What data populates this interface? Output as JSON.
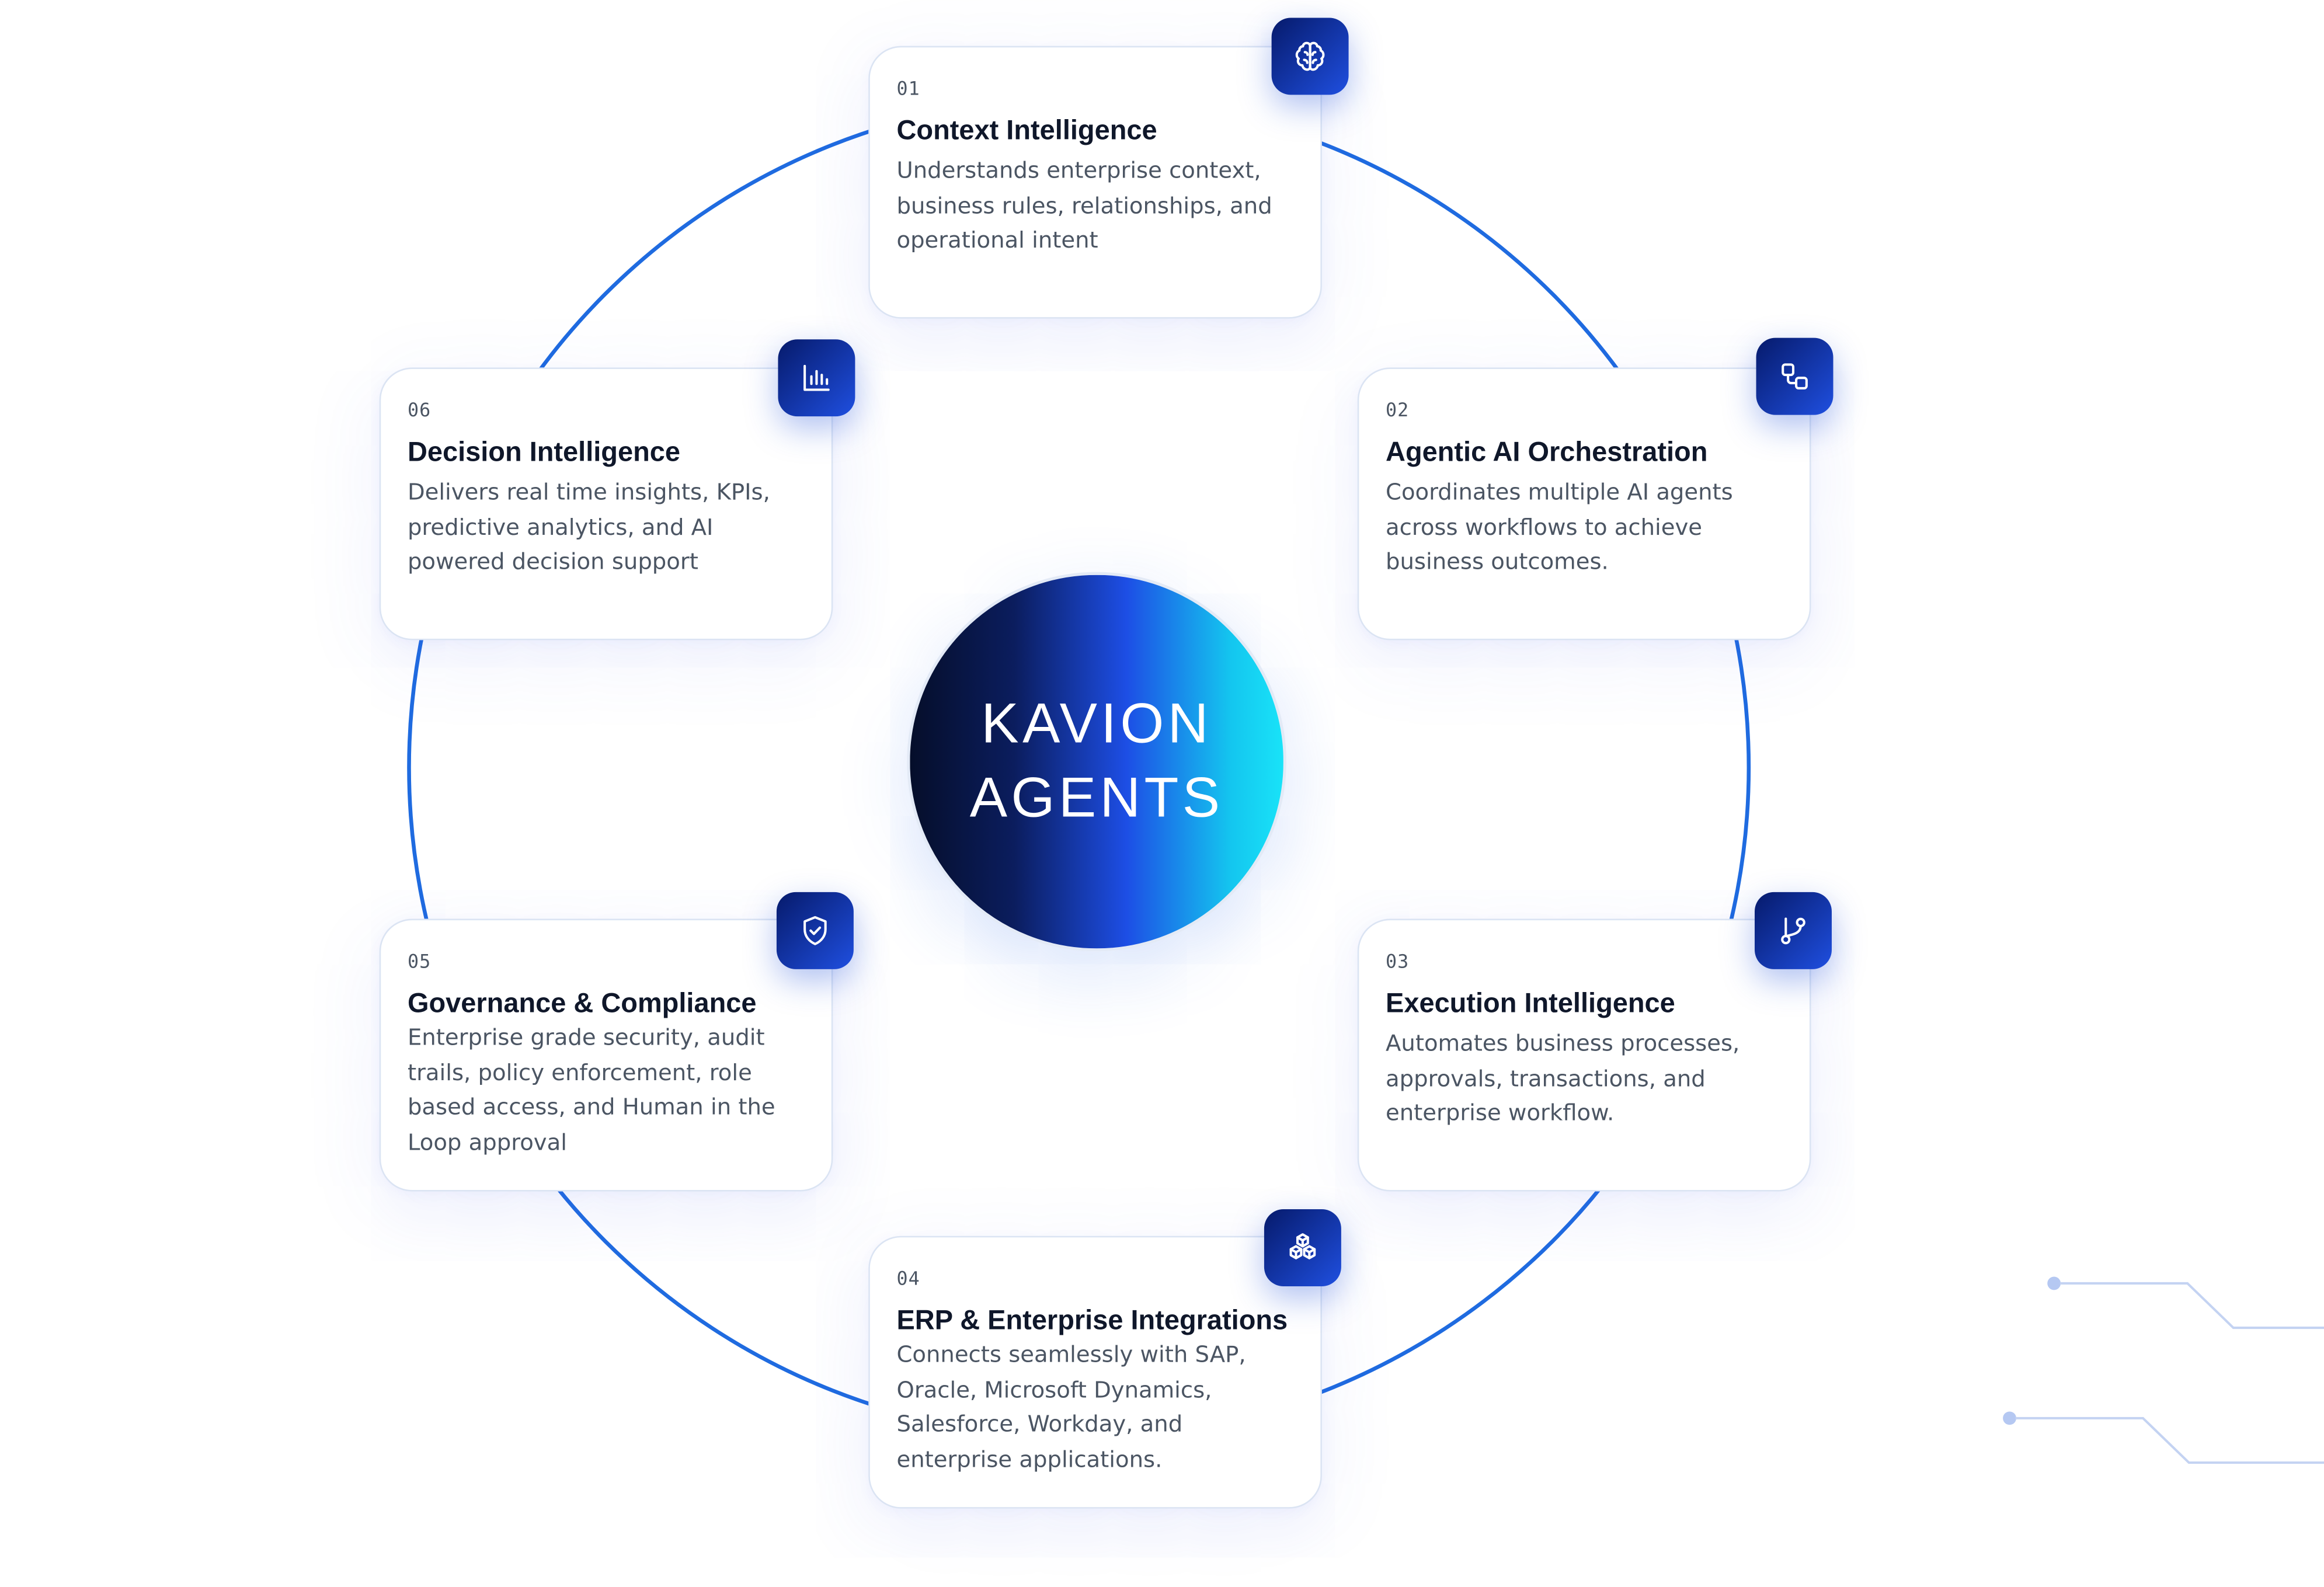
{
  "hub": {
    "line1": "KAVION",
    "line2": "AGENTS"
  },
  "colors": {
    "ring": "#1f6be0",
    "badge_from": "#061a6b",
    "badge_to": "#1f4fe0",
    "circuit": "#c4d3f2"
  },
  "cards": [
    {
      "number": "01",
      "title": "Context Intelligence",
      "description": "Understands enterprise context, business rules, relationships, and operational intent",
      "icon": "brain-icon"
    },
    {
      "number": "02",
      "title": "Agentic AI Orchestration",
      "description": "Coordinates multiple AI agents across  workflows to achieve business outcomes.",
      "icon": "workflow-icon"
    },
    {
      "number": "03",
      "title": "Execution Intelligence",
      "description": "Automates business processes, approvals, transactions, and enterprise workflow.",
      "icon": "git-branch-icon"
    },
    {
      "number": "04",
      "title": "ERP & Enterprise Integrations",
      "description": "Connects seamlessly with SAP, Oracle, Microsoft Dynamics, Salesforce, Workday, and enterprise applications.",
      "icon": "boxes-icon"
    },
    {
      "number": "05",
      "title": "Governance & Compliance",
      "description": "Enterprise grade security, audit trails, policy enforcement, role based access, and Human in the Loop approval",
      "icon": "shield-check-icon"
    },
    {
      "number": "06",
      "title": "Decision Intelligence",
      "description": "Delivers real time insights, KPIs, predictive analytics, and AI powered decision support",
      "icon": "bar-chart-icon"
    }
  ]
}
